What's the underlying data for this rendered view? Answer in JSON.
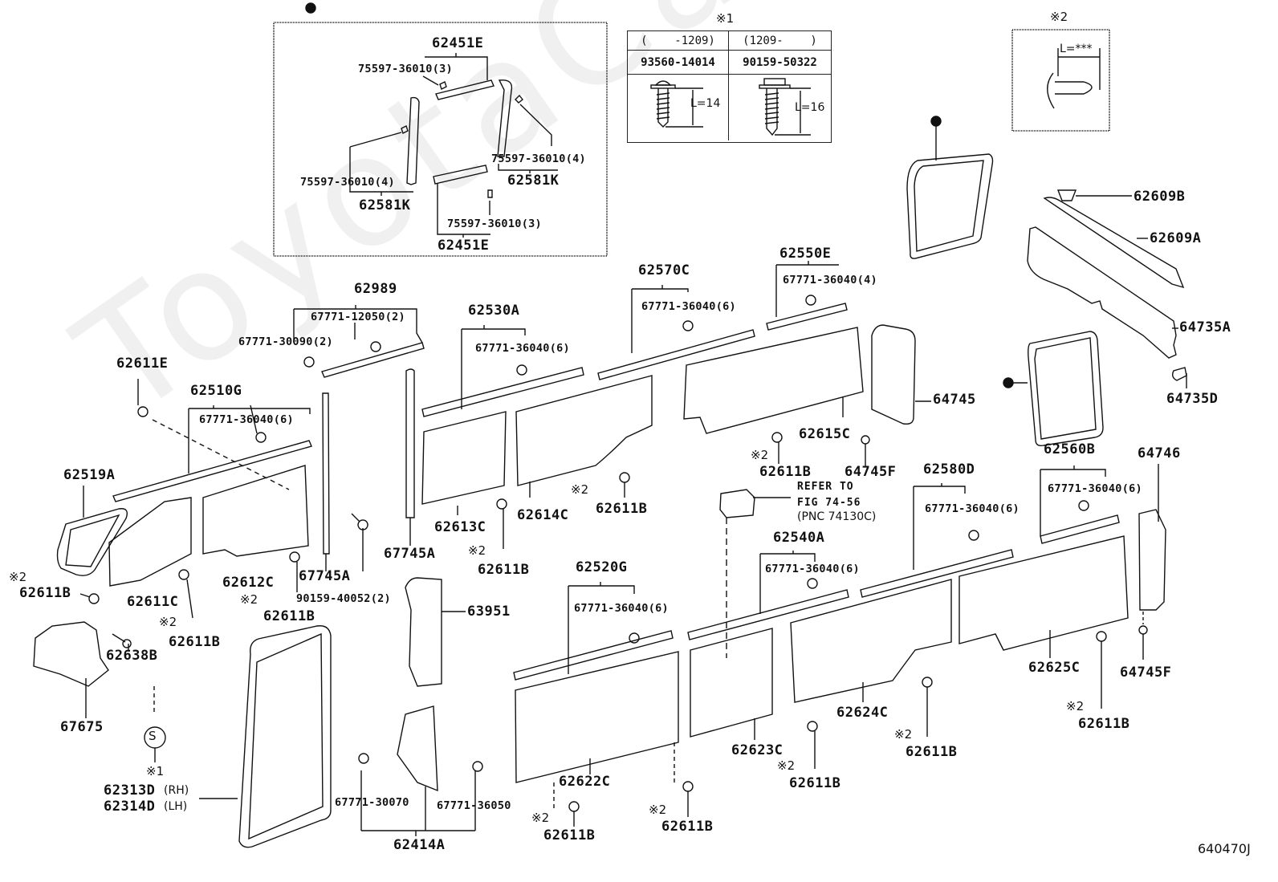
{
  "figure_code": "640470J",
  "watermark": "ToyotaCarwine.ru",
  "inset_box": {
    "marker": "filled-circle-marker",
    "labels": {
      "top_group": "62451E",
      "top_clip": "75597-36010(3)",
      "right_clip": "75597-36010(4)",
      "right_group": "62581K",
      "left_clip": "75597-36010(4)",
      "left_group": "62581K",
      "bottom_clip": "75597-36010(3)",
      "bottom_group": "62451E"
    }
  },
  "note1_table": {
    "title": "※1",
    "columns": [
      {
        "range": "(    -1209)",
        "part": "93560-14014",
        "length": "L=14"
      },
      {
        "range": "(1209-    )",
        "part": "90159-50322",
        "length": "L=16"
      }
    ]
  },
  "note2_box": {
    "title": "※2",
    "length": "L=***"
  },
  "labels": {
    "p62989": "62989",
    "p67771_12050": "67771-12050(2)",
    "p67771_30090": "67771-30090(2)",
    "p62530A": "62530A",
    "p62530A_clip": "67771-36040(6)",
    "p62570C": "62570C",
    "p62570C_clip": "67771-36040(6)",
    "p62550E": "62550E",
    "p62550E_clip": "67771-36040(4)",
    "p62609B": "62609B",
    "p62609A": "62609A",
    "p64735A": "64735A",
    "p64735D": "64735D",
    "p62611E": "62611E",
    "p62510G": "62510G",
    "p62510G_clip": "67771-36040(6)",
    "p62519A": "62519A",
    "p64745": "64745",
    "p62615C": "62615C",
    "p62611B_a": "62611B",
    "p64745F_a": "64745F",
    "p62614C": "62614C",
    "p62611B_b": "62611B",
    "p62613C": "62613C",
    "p62611B_c": "62611B",
    "p67745A_a": "67745A",
    "p67745A_b": "67745A",
    "p90159_40052": "90159-40052(2)",
    "p62612C": "62612C",
    "p62611B_d": "62611B",
    "p62611C": "62611C",
    "p62611B_e": "62611B",
    "p62611B_f": "62611B",
    "p62638B": "62638B",
    "p67675": "67675",
    "s_marker": "S",
    "s_note": "※1",
    "p62313D": "62313D",
    "p62313D_side": "(RH)",
    "p62314D": "62314D",
    "p62314D_side": "(LH)",
    "p63951": "63951",
    "p62414A": "62414A",
    "p67771_30070": "67771-30070",
    "p67771_36050": "67771-36050",
    "p62520G": "62520G",
    "p62520G_clip": "67771-36040(6)",
    "p62622C": "62622C",
    "p62611B_g": "62611B",
    "p62611B_h": "62611B",
    "refer_line1": "REFER TO",
    "refer_line2": "FIG 74-56",
    "refer_line3": "(PNC 74130C)",
    "p62540A": "62540A",
    "p62540A_clip": "67771-36040(6)",
    "p62580D": "62580D",
    "p62580D_clip": "67771-36040(6)",
    "p62560B": "62560B",
    "p62560B_clip": "67771-36040(6)",
    "p64746": "64746",
    "p62623C": "62623C",
    "p62611B_i": "62611B",
    "p62624C": "62624C",
    "p62611B_j": "62611B",
    "p62625C": "62625C",
    "p62611B_k": "62611B",
    "p64745F_b": "64745F",
    "note2_mark": "※2"
  }
}
